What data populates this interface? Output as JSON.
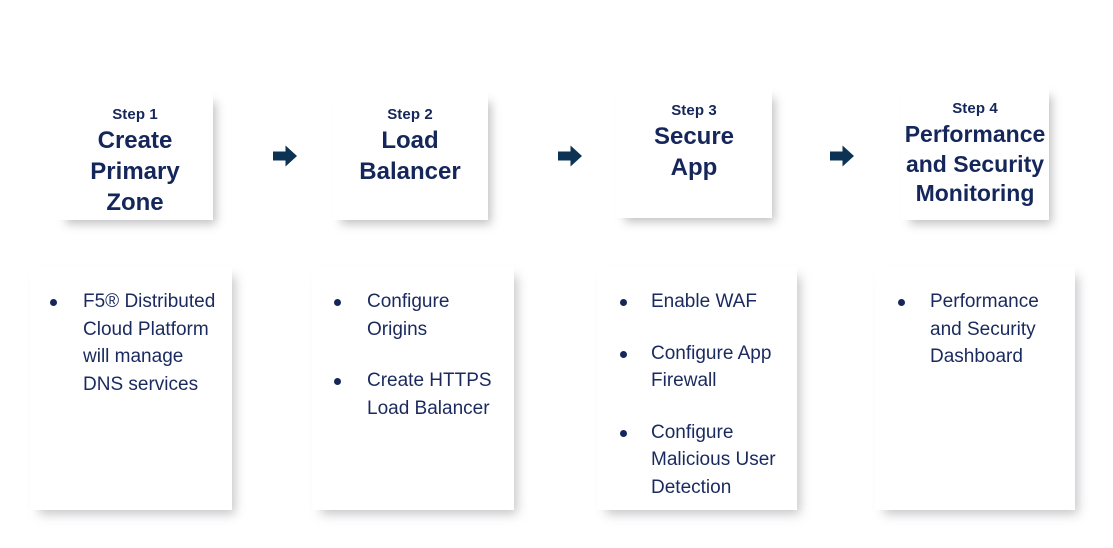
{
  "theme": {
    "navy": "#15275a",
    "body_navy": "#1a2a5e",
    "card_background": "#ffffff",
    "page_background": "#ffffff",
    "arrow_color": "#0d3354"
  },
  "steps": [
    {
      "eyebrow": "Step 1",
      "title": "Create\nPrimary\nZone",
      "bullets": [
        "F5® Distributed Cloud Platform will manage DNS services"
      ]
    },
    {
      "eyebrow": "Step 2",
      "title": "Load\nBalancer",
      "bullets": [
        "Configure Origins",
        "Create HTTPS Load Balancer"
      ]
    },
    {
      "eyebrow": "Step 3",
      "title": "Secure\nApp",
      "bullets": [
        "Enable WAF",
        "Configure App Firewall",
        "Configure Malicious User Detection"
      ]
    },
    {
      "eyebrow": "Step 4",
      "title": "Performance\nand Security\nMonitoring",
      "bullets": [
        "Performance and Security Dashboard"
      ]
    }
  ],
  "connectors": [
    {
      "icon": "arrow-right-icon"
    },
    {
      "icon": "arrow-right-icon"
    },
    {
      "icon": "arrow-right-icon"
    }
  ]
}
